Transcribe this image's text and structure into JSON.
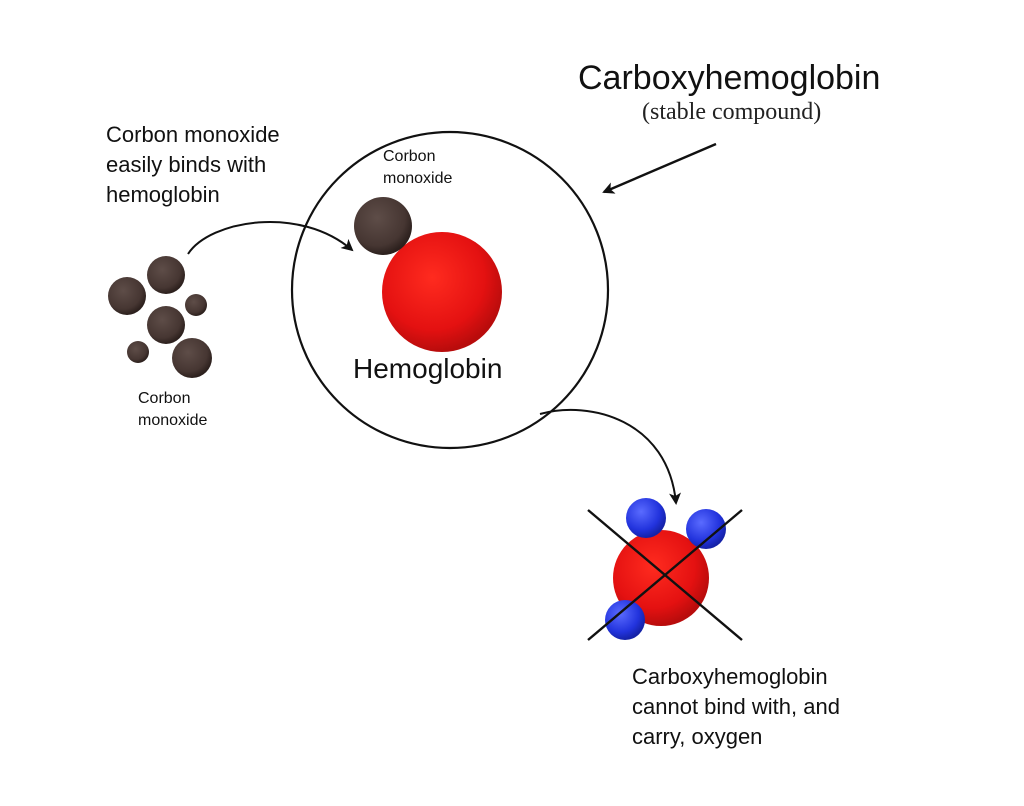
{
  "title": "Carboxyhemoglobin",
  "subtitle": "(stable compound)",
  "binding_note": "Corbon monoxide\neasily binds with\nhemoglobin",
  "co_label_inside": "Corbon\nmonoxide",
  "co_label_outside": "Corbon\nmonoxide",
  "hemoglobin_label": "Hemoglobin",
  "result_note": "Carboxyhemoglobin\ncannot bind with, and\ncarry, oxygen",
  "colors": {
    "hemoglobin_red": "#e81010",
    "carbon_monoxide_brown": "#4a3a35",
    "oxygen_blue": "#2233dd",
    "outline": "#111111"
  }
}
